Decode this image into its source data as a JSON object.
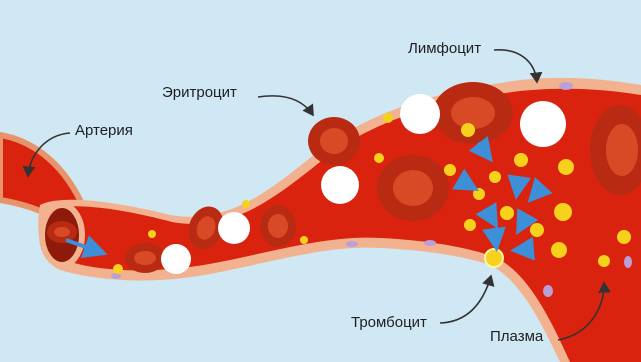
{
  "labels": {
    "artery": "Артерия",
    "erythrocyte": "Эритроцит",
    "lymphocyte": "Лимфоцит",
    "thrombocyte": "Тромбоцит",
    "plasma": "Плазма"
  },
  "colors": {
    "background": "#cfe8f3",
    "vessel_wall": "#f3b28f",
    "vessel_outer": "#e7936b",
    "plasma": "#d9230f",
    "red_cell": "#b82b12",
    "red_cell_center": "#d84a26",
    "white_cell": "#ffffff",
    "platelet": "#f6d21c",
    "flow_arrow": "#3d8fd8",
    "wall_cell": "#b9a0d6",
    "pointer": "#333333"
  }
}
